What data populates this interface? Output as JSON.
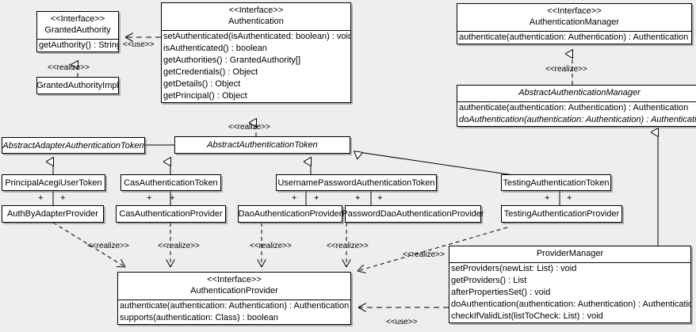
{
  "diagram": {
    "kind": "uml-class-diagram",
    "background_color": "#eeeeee",
    "box_fill": "#ffffff",
    "line_color": "#000000",
    "stereotype_interface": "<<Interface>>",
    "labels": {
      "realize": "<<realize>>",
      "use": "<<use>>",
      "plus": "+"
    }
  },
  "classes": {
    "granted_authority": {
      "stereotype": "<<Interface>>",
      "name": "GrantedAuthority",
      "operations": [
        "getAuthority() : String"
      ]
    },
    "granted_authority_impl": {
      "name": "GrantedAuthorityImpl"
    },
    "authentication": {
      "stereotype": "<<Interface>>",
      "name": "Authentication",
      "operations": [
        "setAuthenticated(isAuthenticated: boolean) : void",
        "isAuthenticated() : boolean",
        "getAuthorities() : GrantedAuthority[]",
        "getCredentials() : Object",
        "getDetails() : Object",
        "getPrincipal() : Object"
      ]
    },
    "authentication_manager": {
      "stereotype": "<<Interface>>",
      "name": "AuthenticationManager",
      "operations": [
        "authenticate(authentication: Authentication) : Authentication"
      ]
    },
    "abstract_authentication_manager": {
      "name": "AbstractAuthenticationManager",
      "abstract": true,
      "operations": [
        "authenticate(authentication: Authentication) : Authentication",
        "doAuthentication(authentication: Authentication) : Authentication"
      ]
    },
    "abstract_adapter_authentication_token": {
      "name": "AbstractAdapterAuthenticationToken",
      "abstract": true
    },
    "abstract_authentication_token": {
      "name": "AbstractAuthenticationToken",
      "abstract": true
    },
    "principal_acegi_user_token": {
      "name": "PrincipalAcegiUserToken"
    },
    "cas_authentication_token": {
      "name": "CasAuthenticationToken"
    },
    "username_password_authentication_token": {
      "name": "UsernamePasswordAuthenticationToken"
    },
    "testing_authentication_token": {
      "name": "TestingAuthenticationToken"
    },
    "auth_by_adapter_provider": {
      "name": "AuthByAdapterProvider"
    },
    "cas_authentication_provider": {
      "name": "CasAuthenticationProvider"
    },
    "dao_authentication_provider": {
      "name": "DaoAuthenticationProvider"
    },
    "password_dao_authentication_provider": {
      "name": "PasswordDaoAuthenticationProvider"
    },
    "testing_authentication_provider": {
      "name": "TestingAuthenticationProvider"
    },
    "authentication_provider": {
      "stereotype": "<<Interface>>",
      "name": "AuthenticationProvider",
      "operations": [
        "authenticate(authentication: Authentication) : Authentication",
        "supports(authentication: Class) : boolean"
      ]
    },
    "provider_manager": {
      "name": "ProviderManager",
      "operations": [
        "setProviders(newList: List) : void",
        "getProviders() : List",
        "afterPropertiesSet() : void",
        "doAuthentication(authentication: Authentication) : Authentication",
        "checkIfValidList(listToCheck: List) : void"
      ]
    }
  },
  "relationships": [
    {
      "id": "rel-authentication-uses-grantedauthority",
      "type": "dependency",
      "label": "<<use>>",
      "from": "authentication",
      "to": "granted_authority"
    },
    {
      "id": "rel-grantedauthorityimpl-realizes-grantedauthority",
      "type": "realization",
      "label": "<<realize>>",
      "from": "granted_authority_impl",
      "to": "granted_authority"
    },
    {
      "id": "rel-abstractauthenticationtoken-realizes-authentication",
      "type": "realization",
      "label": "<<realize>>",
      "from": "abstract_authentication_token",
      "to": "authentication"
    },
    {
      "id": "rel-abstractauthenticationmanager-realizes-authenticationmanager",
      "type": "realization",
      "label": "<<realize>>",
      "from": "abstract_authentication_manager",
      "to": "authentication_manager"
    },
    {
      "id": "rel-adaptertoken-extends-abstracttoken",
      "type": "generalization",
      "from": "abstract_adapter_authentication_token",
      "to": "abstract_authentication_token"
    },
    {
      "id": "rel-principalacegiusertoken-extends-adaptertoken",
      "type": "generalization",
      "from": "principal_acegi_user_token",
      "to": "abstract_adapter_authentication_token"
    },
    {
      "id": "rel-castoken-extends-abstracttoken",
      "type": "generalization",
      "from": "cas_authentication_token",
      "to": "abstract_authentication_token"
    },
    {
      "id": "rel-usernamepasswordtoken-extends-abstracttoken",
      "type": "generalization",
      "from": "username_password_authentication_token",
      "to": "abstract_authentication_token"
    },
    {
      "id": "rel-testingtoken-extends-abstracttoken",
      "type": "generalization",
      "from": "testing_authentication_token",
      "to": "abstract_authentication_token"
    },
    {
      "id": "rel-authbyadapterprovider-assoc-principaltoken",
      "type": "association",
      "from": "auth_by_adapter_provider",
      "to": "principal_acegi_user_token",
      "multiplicity": [
        "+",
        "+"
      ]
    },
    {
      "id": "rel-casprovider-assoc-castoken",
      "type": "association",
      "from": "cas_authentication_provider",
      "to": "cas_authentication_token",
      "multiplicity": [
        "+",
        "+"
      ]
    },
    {
      "id": "rel-daoprovider-assoc-usernamepasswordtoken",
      "type": "association",
      "from": "dao_authentication_provider",
      "to": "username_password_authentication_token",
      "multiplicity": [
        "+",
        "+"
      ]
    },
    {
      "id": "rel-passworddaoprovider-assoc-usernamepasswordtoken",
      "type": "association",
      "from": "password_dao_authentication_provider",
      "to": "username_password_authentication_token",
      "multiplicity": [
        "+",
        "+"
      ]
    },
    {
      "id": "rel-testingprovider-assoc-testingtoken",
      "type": "association",
      "from": "testing_authentication_provider",
      "to": "testing_authentication_token",
      "multiplicity": [
        "+",
        "+"
      ]
    },
    {
      "id": "rel-authbyadapterprovider-realizes-authenticationprovider",
      "type": "realization",
      "label": "<<realize>>",
      "from": "auth_by_adapter_provider",
      "to": "authentication_provider"
    },
    {
      "id": "rel-casprovider-realizes-authenticationprovider",
      "type": "realization",
      "label": "<<realize>>",
      "from": "cas_authentication_provider",
      "to": "authentication_provider"
    },
    {
      "id": "rel-daoprovider-realizes-authenticationprovider",
      "type": "realization",
      "label": "<<realize>>",
      "from": "dao_authentication_provider",
      "to": "authentication_provider"
    },
    {
      "id": "rel-passworddaoprovider-realizes-authenticationprovider",
      "type": "realization",
      "label": "<<realize>>",
      "from": "password_dao_authentication_provider",
      "to": "authentication_provider"
    },
    {
      "id": "rel-testingprovider-realizes-authenticationprovider",
      "type": "realization",
      "label": "<<realize>>",
      "from": "testing_authentication_provider",
      "to": "authentication_provider"
    },
    {
      "id": "rel-providermanager-uses-authenticationprovider",
      "type": "dependency",
      "label": "<<use>>",
      "from": "provider_manager",
      "to": "authentication_provider"
    },
    {
      "id": "rel-providermanager-extends-abstractauthenticationmanager",
      "type": "generalization",
      "from": "provider_manager",
      "to": "abstract_authentication_manager"
    }
  ]
}
